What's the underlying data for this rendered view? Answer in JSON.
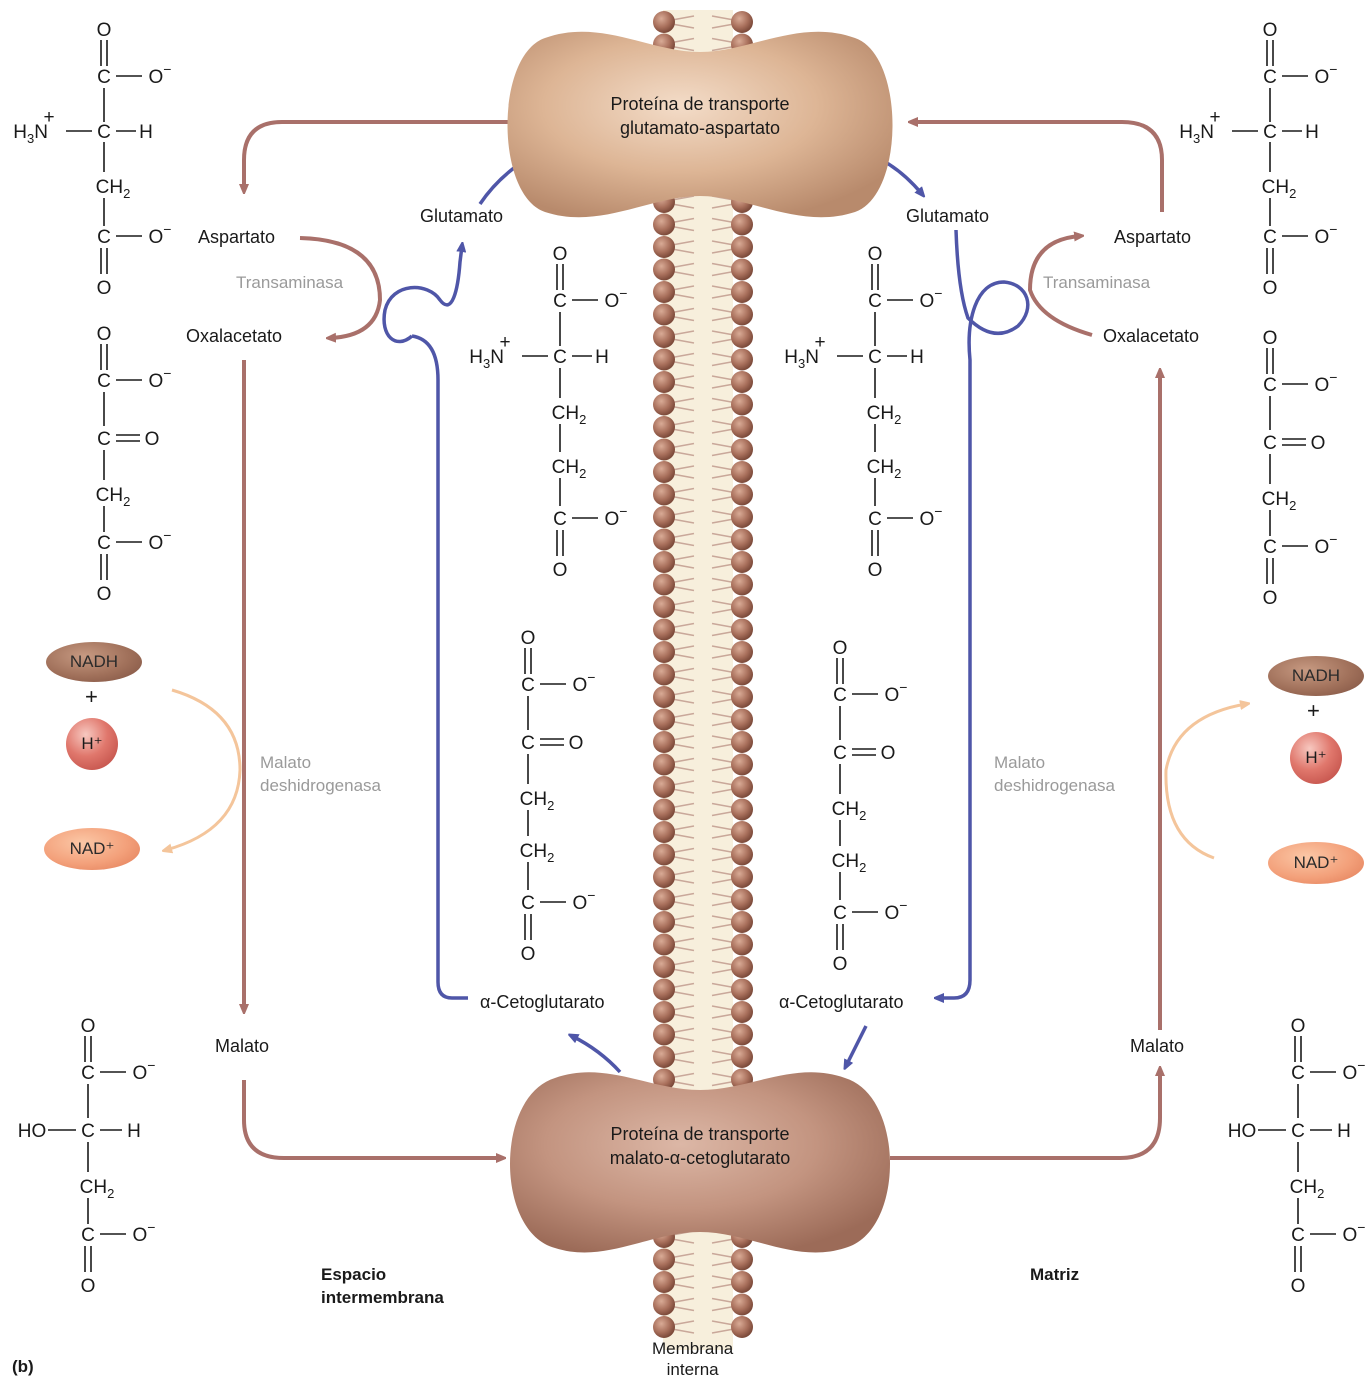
{
  "proteins": {
    "top_line1": "Proteína de transporte",
    "top_line2": "glutamato-aspartato",
    "bottom_line1": "Proteína de transporte",
    "bottom_line2": "malato-α-cetoglutarato"
  },
  "left": {
    "aspartato": "Aspartato",
    "oxalacetato": "Oxalacetato",
    "malato": "Malato",
    "glutamato": "Glutamato",
    "cetoglutarato": "α-Cetoglutarato",
    "transaminasa": "Transaminasa",
    "mdh_line1": "Malato",
    "mdh_line2": "deshidrogenasa",
    "nadh": "NADH",
    "plus": "+",
    "h": "H⁺",
    "nad": "NAD⁺",
    "region_line1": "Espacio",
    "region_line2": "intermembrana"
  },
  "right": {
    "aspartato": "Aspartato",
    "oxalacetato": "Oxalacetato",
    "malato": "Malato",
    "glutamato": "Glutamato",
    "cetoglutarato": "α-Cetoglutarato",
    "transaminasa": "Transaminasa",
    "mdh_line1": "Malato",
    "mdh_line2": "deshidrogenasa",
    "nadh": "NADH",
    "plus": "+",
    "h": "H⁺",
    "nad": "NAD⁺",
    "region": "Matriz"
  },
  "membrane": {
    "line1": "Membrana",
    "line2": "interna"
  },
  "panel_label": "(b)",
  "colors": {
    "malate_arrow": "#a9706a",
    "glutamate_arrow": "#4f56a8",
    "protein": "#d9b08f",
    "phospholipid_head": "#a9705c",
    "nadh": "#a0705a",
    "nad": "#f3a07a",
    "h_plus": "#d05a50"
  }
}
